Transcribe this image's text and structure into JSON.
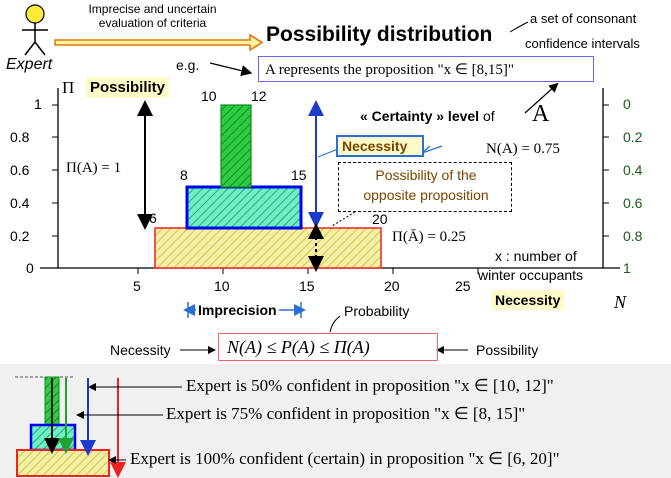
{
  "header": {
    "expert_label": "Expert",
    "arrow_text": "Imprecise and uncertain evaluation of criteria",
    "title": "Possibility  distribution",
    "side_note_line1": "a set of consonant",
    "side_note_line2": "confidence intervals",
    "example_prefix": "e.g.",
    "example_formula": "A represents the proposition \"x ∈ [8,15]\""
  },
  "left_axis": {
    "symbol": "Π",
    "label": "Possibility",
    "ticks": [
      "1",
      "0.8",
      "0.6",
      "0.4",
      "0.2",
      "0"
    ]
  },
  "right_axis": {
    "ticks": [
      "0",
      "0.2",
      "0.4",
      "0.6",
      "0.8",
      "1"
    ],
    "symbol": "N",
    "label": "Necessity"
  },
  "x_axis": {
    "ticks": [
      "5",
      "10",
      "15",
      "20",
      "25"
    ],
    "label_line1": "x : number of",
    "label_line2": "winter occupants"
  },
  "chart_data": {
    "type": "diagram",
    "levels": [
      {
        "interval": [
          10,
          12
        ],
        "possibility": 1.0
      },
      {
        "interval": [
          8,
          15
        ],
        "possibility": 0.5
      },
      {
        "interval": [
          6,
          20
        ],
        "possibility": 0.25
      }
    ],
    "interval_labels": [
      "10",
      "12",
      "8",
      "15",
      "6",
      "20"
    ]
  },
  "annotations": {
    "pi_a": "Π(A) = 1",
    "certainty_prefix": "« Certainty » level",
    "certainty_of": "of",
    "certainty_symbol": "A",
    "necessity_box": "Necessity",
    "n_a": "N(A) = 0.75",
    "opposite_line1": "Possibility of the",
    "opposite_line2": "opposite proposition",
    "pi_abar": "Π(Ā) = 0.25",
    "imprecision": "Imprecision",
    "probability": "Probability"
  },
  "inequality": {
    "left_label": "Necessity",
    "formula": "N(A) ≤ P(A) ≤ Π(A)",
    "right_label": "Possibility"
  },
  "legend": [
    {
      "text": "Expert is 50% confident in proposition \"x ∈ [10, 12]\""
    },
    {
      "text": "Expert is 75% confident in proposition \"x ∈ [8, 15]\""
    },
    {
      "text": "Expert is 100% confident (certain) in proposition \"x ∈ [6, 20]\""
    }
  ],
  "colors": {
    "green": "#22b14c",
    "teal": "#55e0b0",
    "blue": "#0000ee",
    "red": "#ee2222",
    "hatch_yellow": "#e8e070",
    "dark_green_tick": "#1a5a1a",
    "orange_arrow": "#f0a020",
    "brown_text": "#7a4500"
  }
}
